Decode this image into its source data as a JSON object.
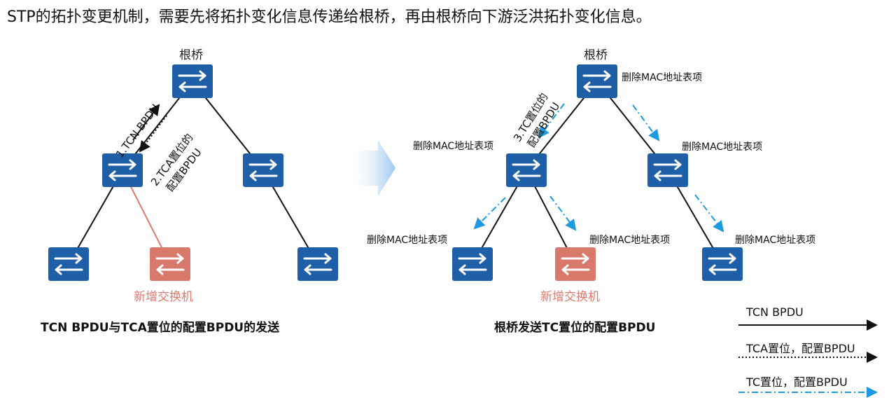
{
  "title": "STP的拓扑变更机制，需要先将拓扑变化信息传递给根桥，再由根桥向下游泛洪拓扑变化信息。",
  "left": {
    "root_label": "根桥",
    "msg1": "1.TCN BPDU",
    "msg2_line1": "2.TCA置位的",
    "msg2_line2": "配置BPDU",
    "new_switch": "新增交换机",
    "caption": "TCN BPDU与TCA置位的配置BPDU的发送"
  },
  "right": {
    "root_label": "根桥",
    "msg3_line1": "3.TC置位的",
    "msg3_line2": "配置BPDU",
    "mac_root": "删除MAC地址表项",
    "mac_left": "删除MAC地址表项",
    "mac_right": "删除MAC地址表项",
    "mac_ll": "删除MAC地址表项",
    "mac_lr": "删除MAC地址表项",
    "mac_rr": "删除MAC地址表项",
    "new_switch": "新增交换机",
    "caption": "根桥发送TC置位的配置BPDU"
  },
  "legend": {
    "tcn": "TCN BPDU",
    "tca": "TCA置位，配置BPDU",
    "tc": "TC置位，配置BPDU"
  },
  "colors": {
    "switch_blue": "#1f5fa8",
    "switch_new": "#d9796c",
    "new_link": "#e07a6e",
    "tc_arrow": "#1e9be0"
  }
}
